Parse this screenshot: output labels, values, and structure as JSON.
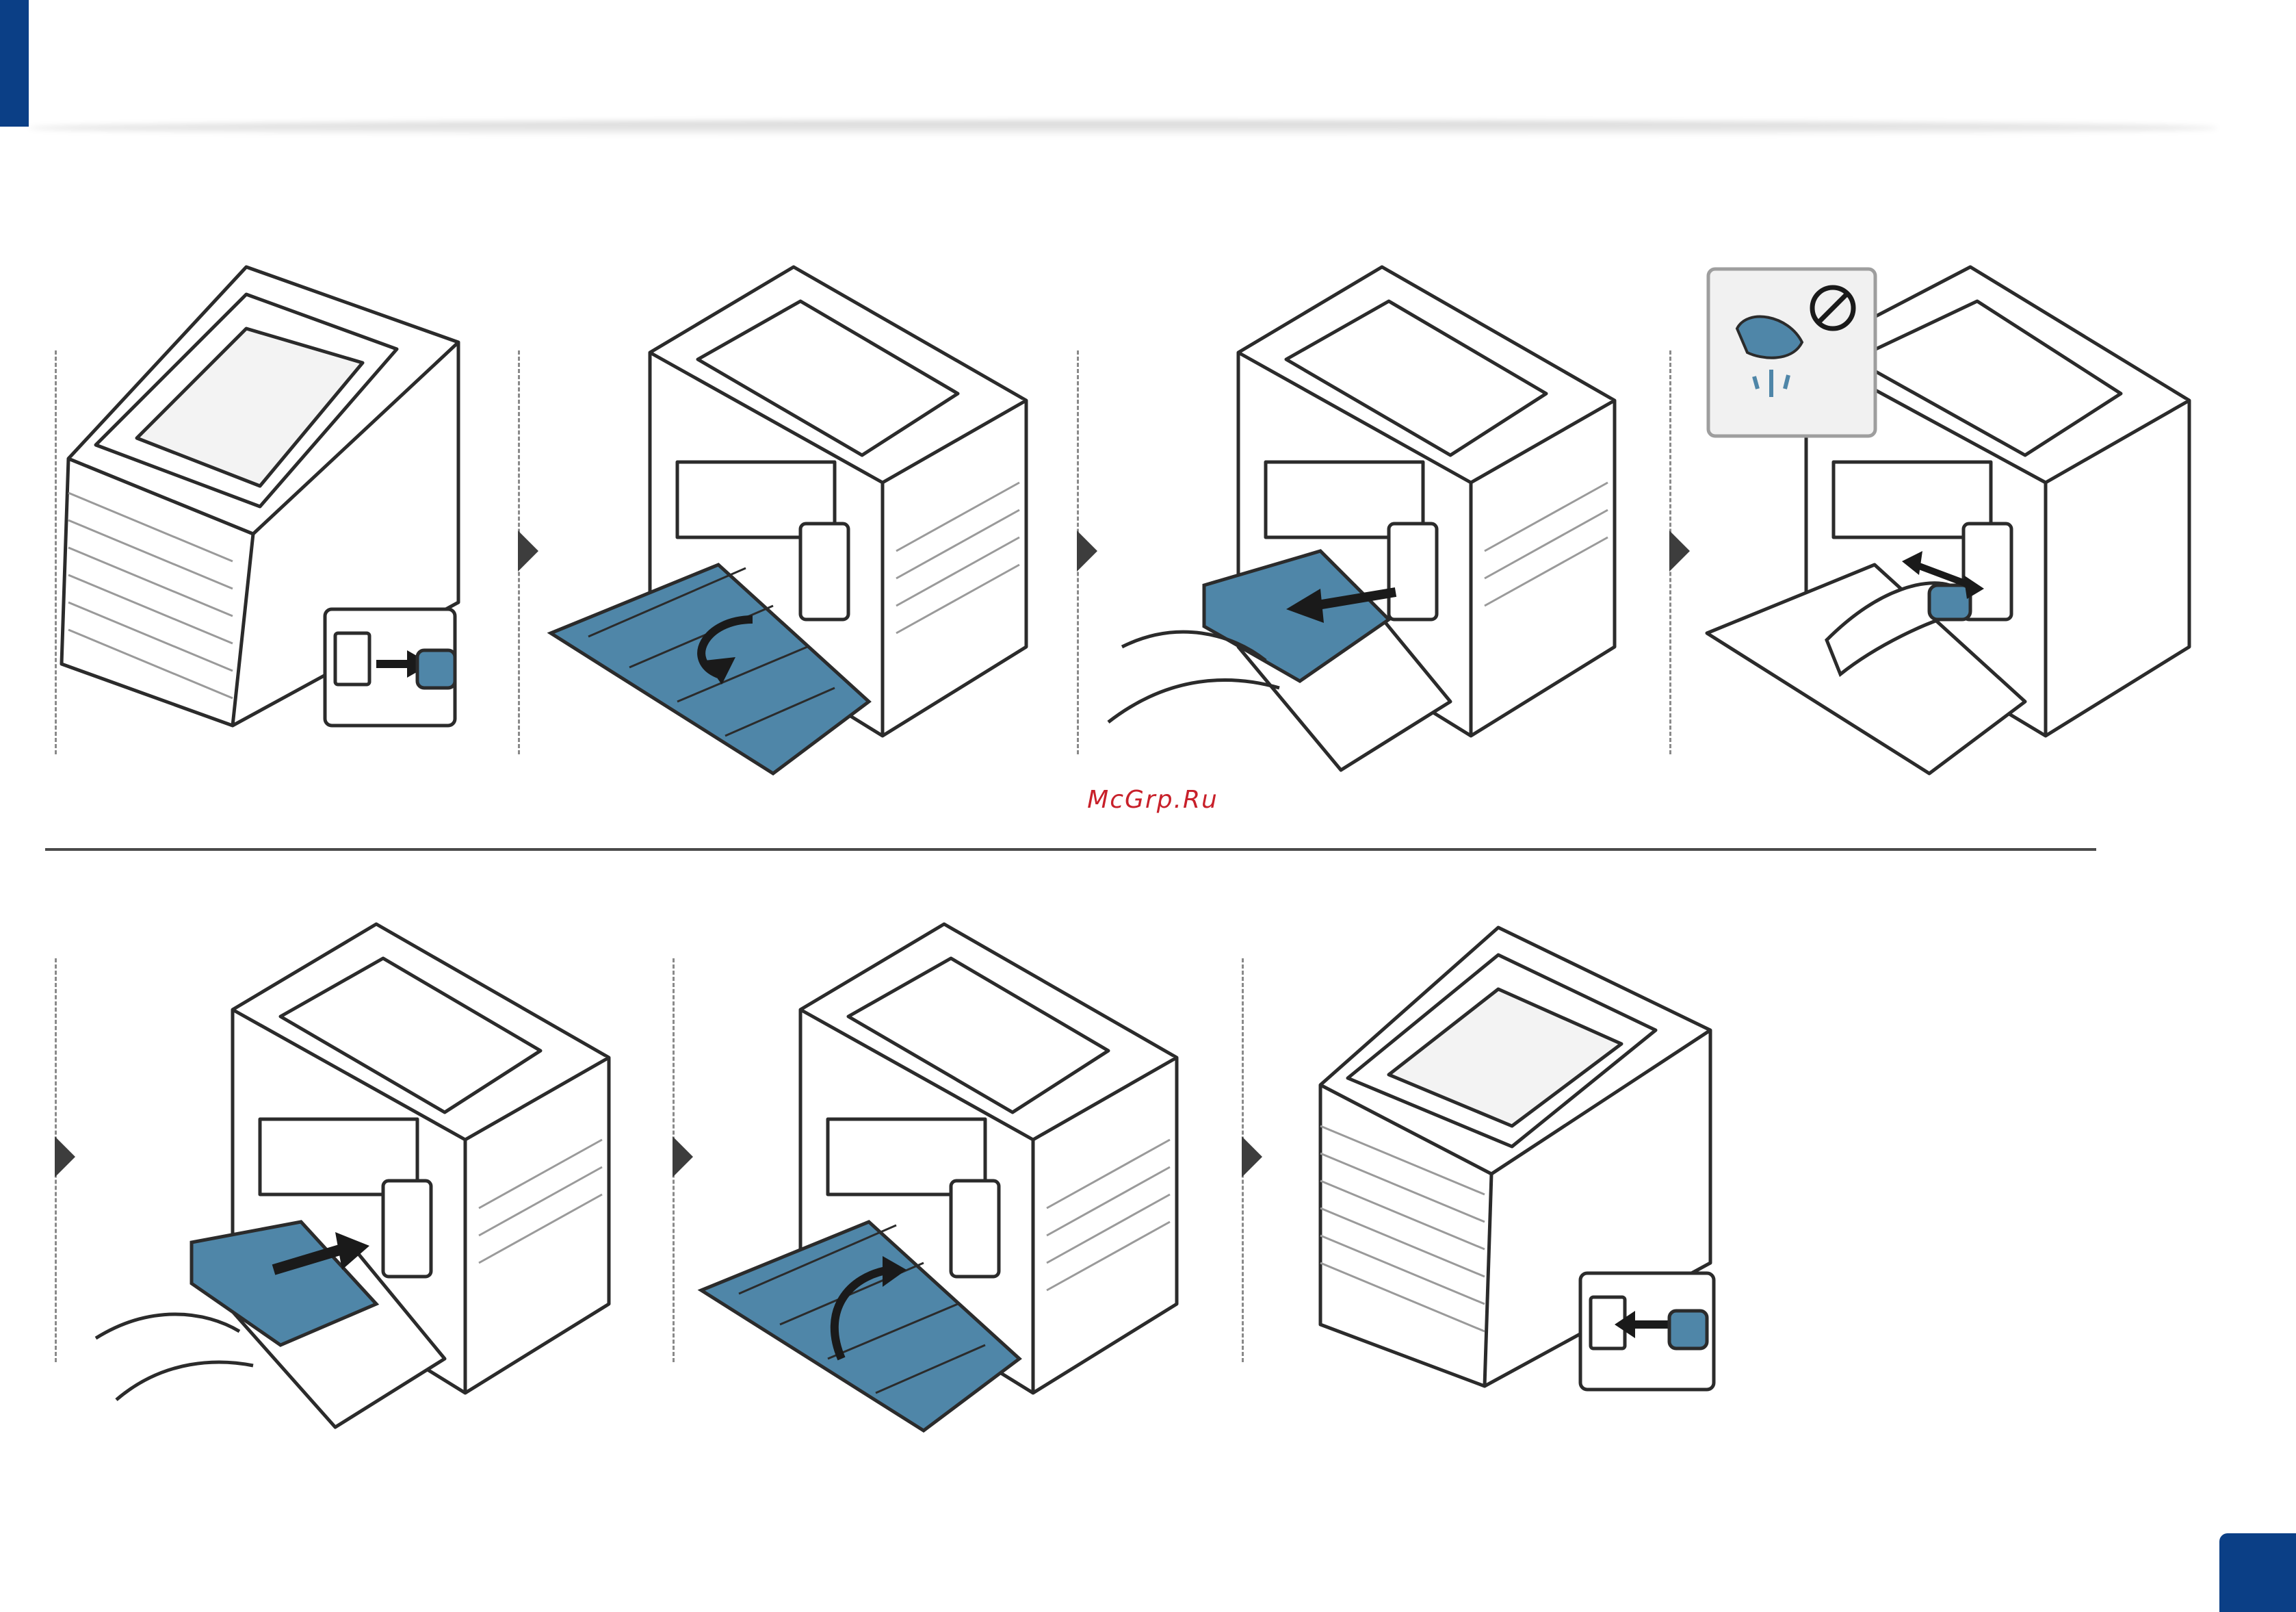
{
  "watermark": {
    "text": "McGrp.Ru"
  },
  "colors": {
    "brand_blue": "#0b3f86",
    "accent_teal": "#4f86a8",
    "outline": "#2b2b2b",
    "watermark_red": "#c8202a"
  },
  "steps": [
    {
      "illustration": "printer-rear-unplug-power-cord"
    },
    {
      "illustration": "printer-open-front-cover"
    },
    {
      "illustration": "printer-pull-out-toner-cartridge"
    },
    {
      "illustration": "printer-wipe-inside-with-dry-cloth"
    },
    {
      "illustration": "printer-insert-toner-cartridge"
    },
    {
      "illustration": "printer-close-front-cover"
    },
    {
      "illustration": "printer-rear-plug-power-cord"
    }
  ],
  "caution": {
    "icon": "no-wet-cloth-icon"
  }
}
